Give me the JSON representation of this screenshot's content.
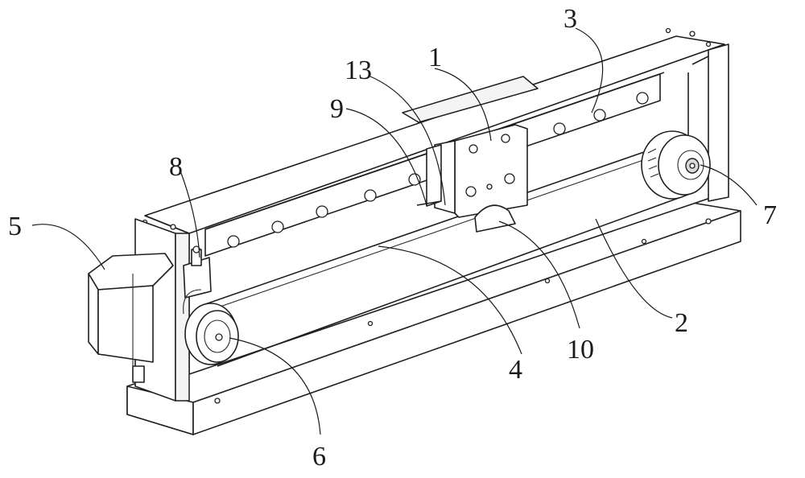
{
  "callouts": {
    "c1": "1",
    "c2": "2",
    "c3": "3",
    "c4": "4",
    "c5": "5",
    "c6": "6",
    "c7": "7",
    "c8": "8",
    "c9": "9",
    "c10": "10",
    "c13": "13"
  }
}
